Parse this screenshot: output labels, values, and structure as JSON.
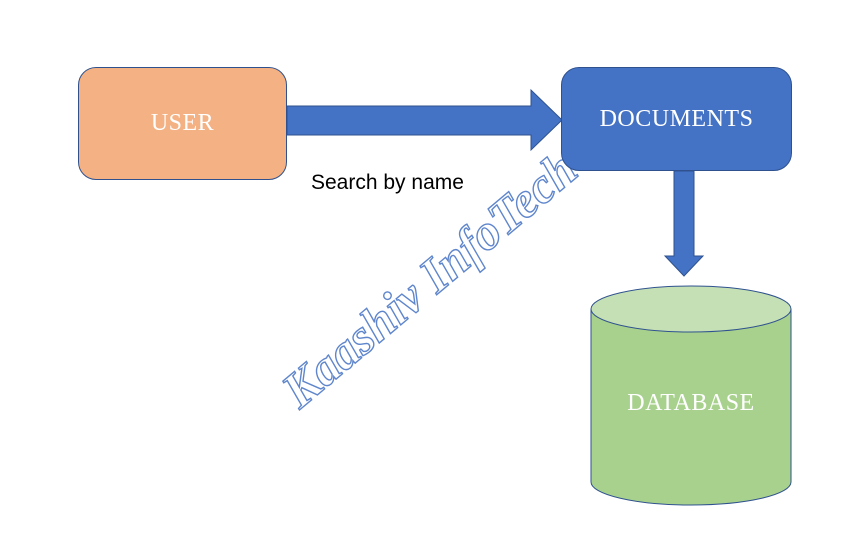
{
  "diagram": {
    "nodes": {
      "user": {
        "label": "USER",
        "fill": "#f4b183"
      },
      "documents": {
        "label": "DOCUMENTS",
        "fill": "#4472c4"
      },
      "database": {
        "label": "DATABASE",
        "fill": "#a9d18e",
        "top_fill": "#c5e0b4"
      }
    },
    "edges": [
      {
        "from": "user",
        "to": "documents",
        "label": "Search by name",
        "color": "#4472c4"
      },
      {
        "from": "documents",
        "to": "database",
        "label": "",
        "color": "#4472c4"
      }
    ],
    "stroke_color": "#2f528f"
  },
  "watermark": {
    "text": "Kaashiv InfoTech",
    "color": "#4472c4"
  }
}
